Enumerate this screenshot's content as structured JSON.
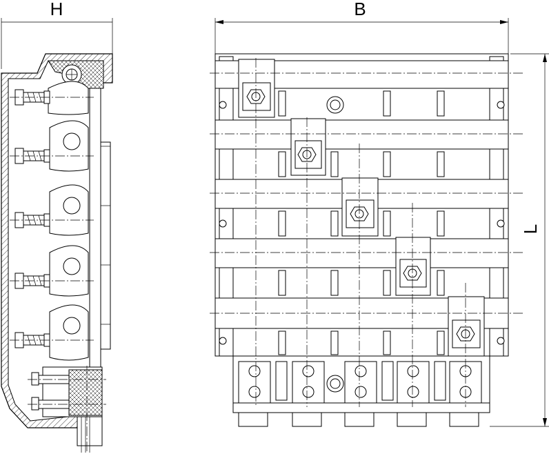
{
  "dimensions": {
    "height_label": "H",
    "width_label": "B",
    "length_label": "L"
  }
}
